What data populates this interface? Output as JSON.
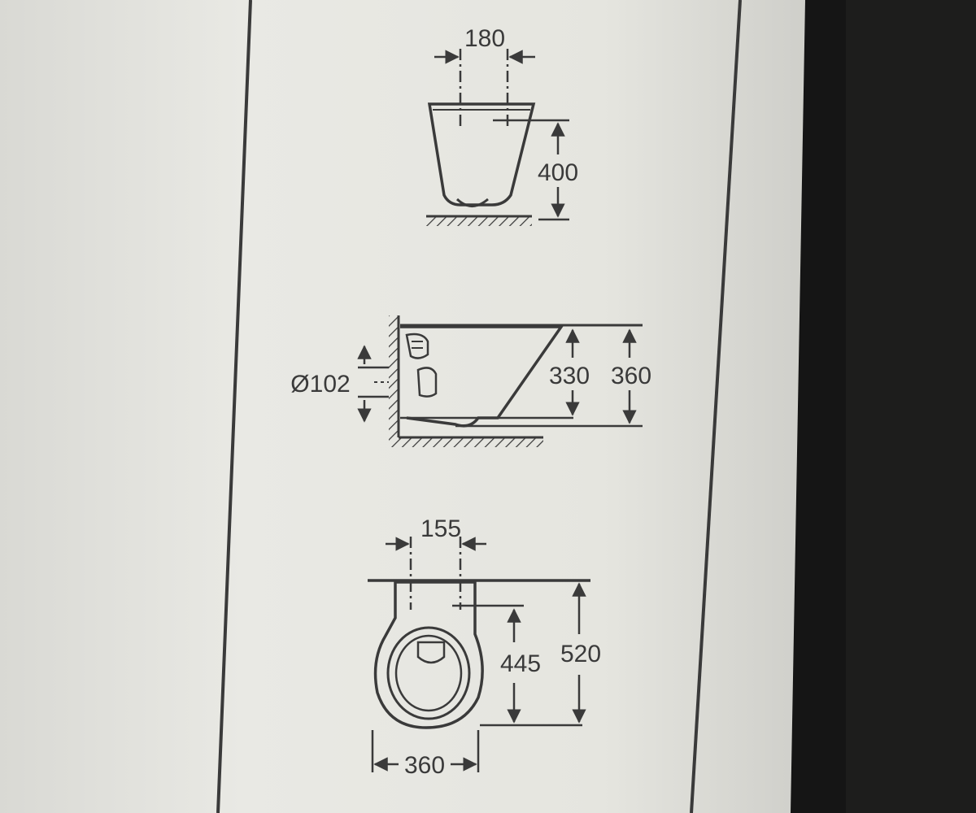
{
  "colors": {
    "paper": "#e7e7e2",
    "paper_shade": "#d6d6d1",
    "ink": "#3a3a3a",
    "dark_background": "#151515"
  },
  "front_view": {
    "fixing_spacing_label": "180",
    "fixing_height_label": "400"
  },
  "side_view": {
    "drain_diameter_label": "Ø102",
    "bowl_height_label": "330",
    "total_height_label": "360"
  },
  "top_view": {
    "fixing_spacing_label": "155",
    "fixing_depth_label": "445",
    "total_depth_label": "520",
    "width_label": "360"
  }
}
